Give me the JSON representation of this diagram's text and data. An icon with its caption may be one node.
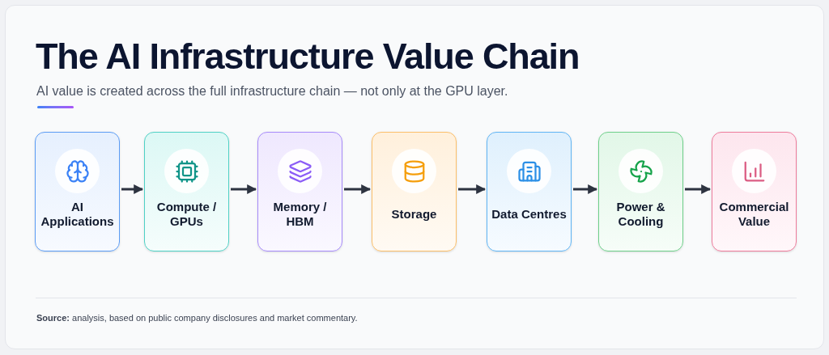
{
  "diagram": {
    "title": "The AI Infrastructure Value Chain",
    "labels": [
      "AI value is created across the full infrastructure chain — not only at the GPU layer."
    ],
    "caption": "**Source:** analysis, based on public company disclosures and market commentary.",
    "nodes": [
      {
        "text": [
          "AI Applications"
        ]
      },
      {
        "text": [
          "Compute / GPUs"
        ]
      },
      {
        "text": [
          "Memory / HBM"
        ]
      },
      {
        "text": [
          "Storage"
        ]
      },
      {
        "text": [
          "Data Centres"
        ]
      },
      {
        "text": [
          "Power & Cooling"
        ]
      },
      {
        "text": [
          "Commercial Value"
        ]
      }
    ],
    "edges": [
      {
        "from": 0,
        "to": 1,
        "arrow": "to"
      },
      {
        "from": 1,
        "to": 2,
        "arrow": "to"
      },
      {
        "from": 2,
        "to": 3,
        "arrow": "to"
      },
      {
        "from": 3,
        "to": 4,
        "arrow": "to"
      },
      {
        "from": 4,
        "to": 5,
        "arrow": "to"
      },
      {
        "from": 5,
        "to": 6,
        "arrow": "to"
      }
    ]
  }
}
